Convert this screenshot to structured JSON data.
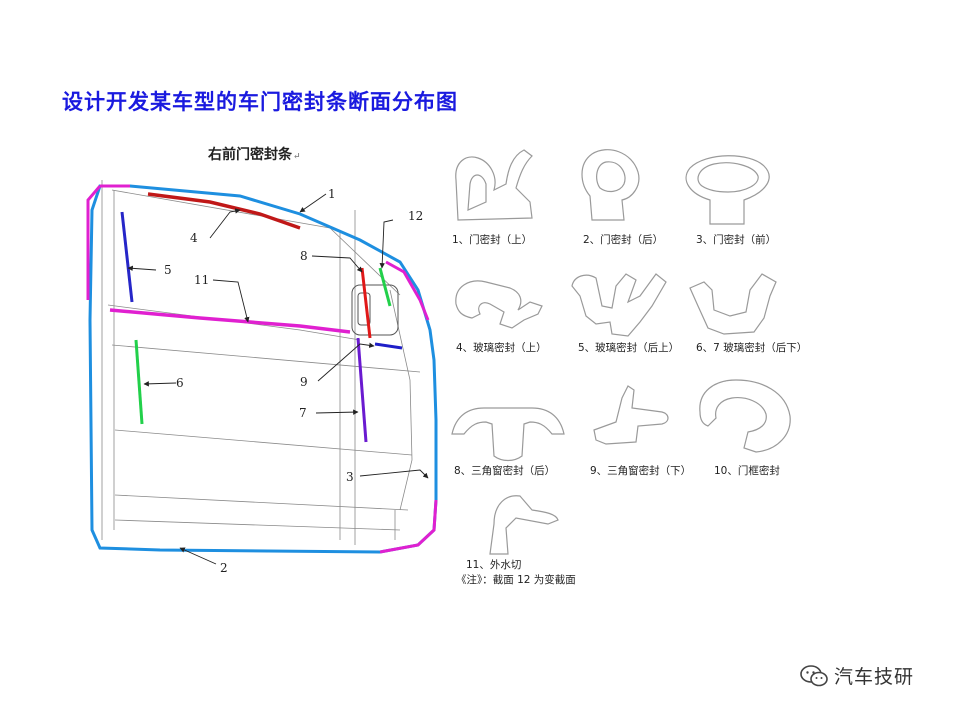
{
  "title": "设计开发某车型的车门密封条断面分布图",
  "subtitle": "右前门密封条",
  "callouts": [
    "1",
    "2",
    "3",
    "4",
    "5",
    "6",
    "7",
    "8",
    "9",
    "11",
    "12"
  ],
  "sections": [
    {
      "label": "1、门密封（上）"
    },
    {
      "label": "2、门密封（后）"
    },
    {
      "label": "3、门密封（前）"
    },
    {
      "label": "4、玻璃密封（上）"
    },
    {
      "label": "5、玻璃密封（后上）"
    },
    {
      "label": "6、7 玻璃密封（后下）"
    },
    {
      "label": "8、三角窗密封（后）"
    },
    {
      "label": "9、三角窗密封（下）"
    },
    {
      "label": "10、门框密封"
    },
    {
      "label": "11、外水切"
    }
  ],
  "note": "《注》：截面 12 为变截面",
  "watermark": "汽车技研",
  "paragraph_mark": "↵",
  "colors": {
    "title": "#1a1adf",
    "seal_blue": "#1e8fe0",
    "seal_magenta": "#e020d0",
    "seal_red": "#c01818",
    "seal_navy": "#2626c8",
    "seal_green": "#22d04a",
    "seal_purple": "#6a1ad0"
  }
}
